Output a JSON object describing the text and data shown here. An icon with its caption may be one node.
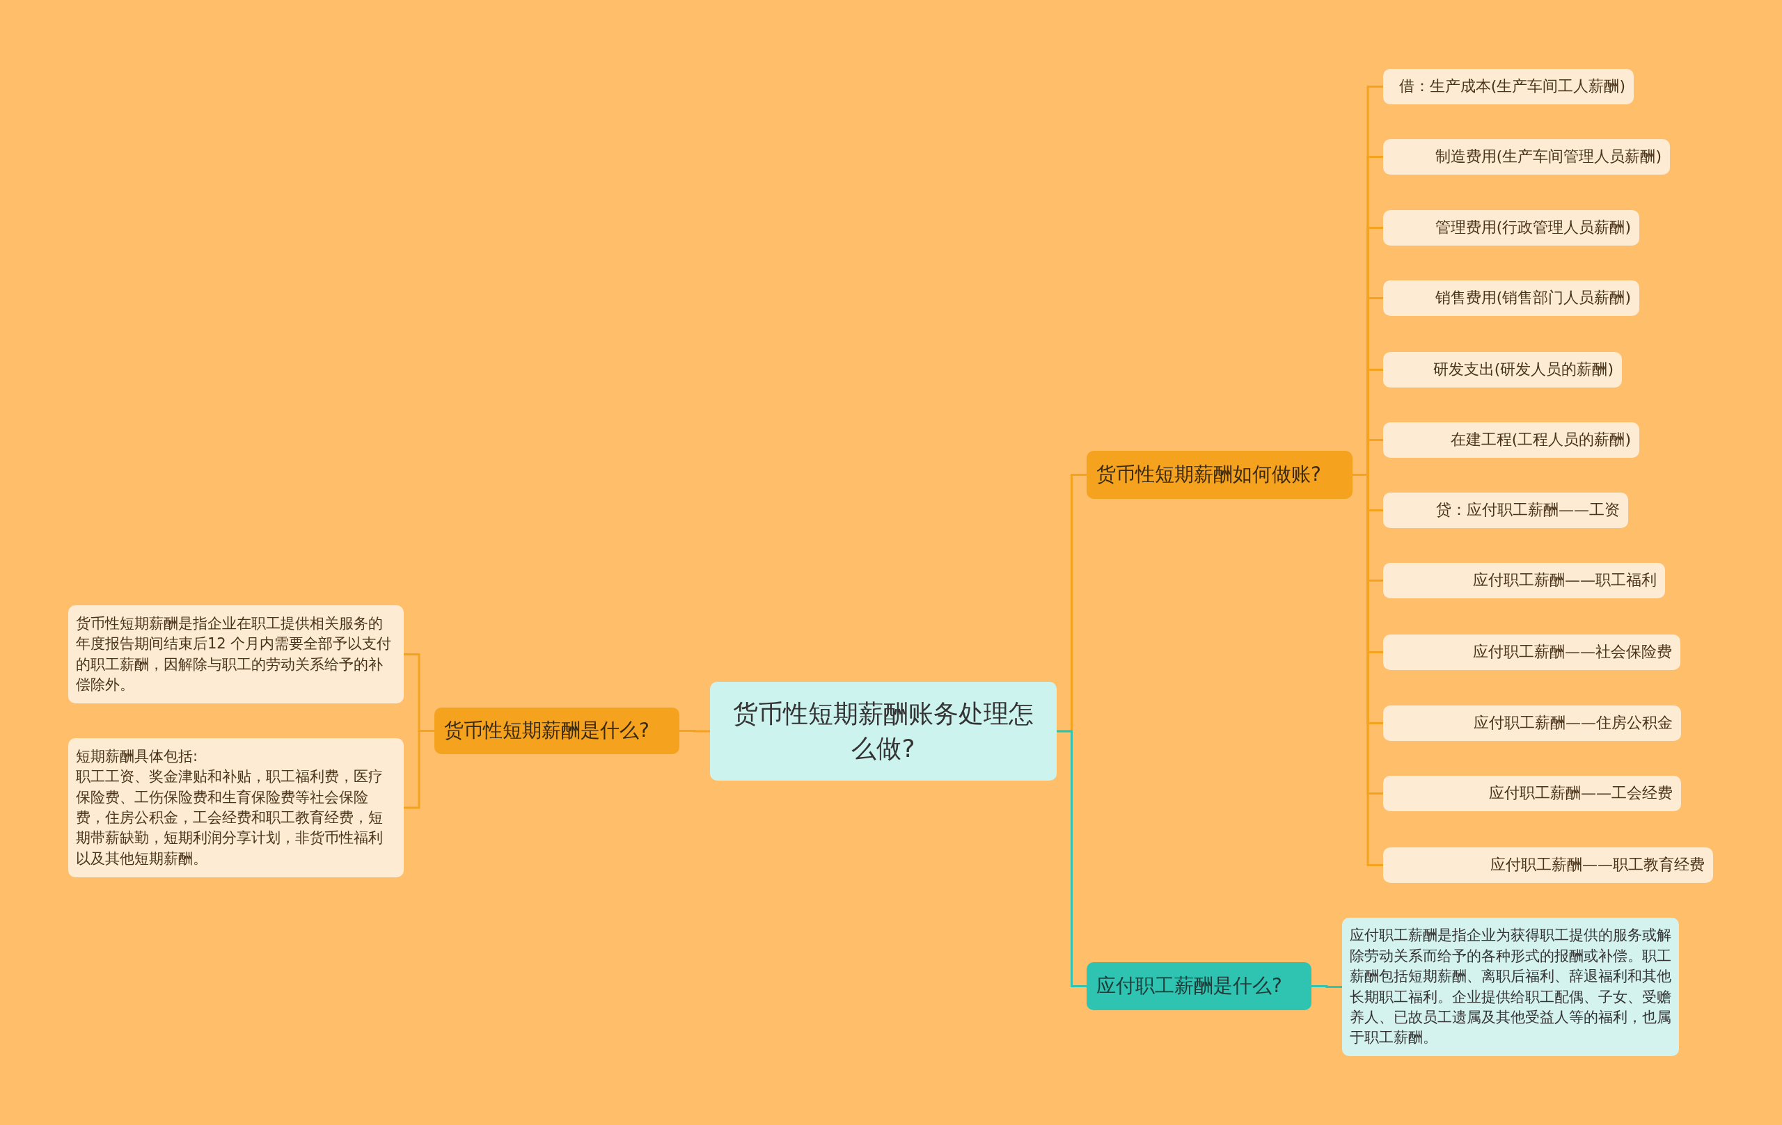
{
  "diagram": {
    "nodes": [
      {
        "text": [
          "货币性短期薪酬账务处理怎么做?"
        ]
      },
      {
        "text": [
          "货币性短期薪酬如何做账?"
        ]
      },
      {
        "text": [
          "借：生产成本(生产车间工人薪酬)"
        ]
      },
      {
        "text": [
          "制造费用(生产车间管理人员薪酬)"
        ]
      },
      {
        "text": [
          "管理费用(行政管理人员薪酬)"
        ]
      },
      {
        "text": [
          "销售费用(销售部门人员薪酬)"
        ]
      },
      {
        "text": [
          "研发支出(研发人员的薪酬)"
        ]
      },
      {
        "text": [
          "在建工程(工程人员的薪酬)"
        ]
      },
      {
        "text": [
          "贷：应付职工薪酬——工资"
        ]
      },
      {
        "text": [
          "应付职工薪酬——职工福利"
        ]
      },
      {
        "text": [
          "应付职工薪酬——社会保险费"
        ]
      },
      {
        "text": [
          "应付职工薪酬——住房公积金"
        ]
      },
      {
        "text": [
          "应付职工薪酬——工会经费"
        ]
      },
      {
        "text": [
          "应付职工薪酬——职工教育经费"
        ]
      },
      {
        "text": [
          "应付职工薪酬是什么?"
        ]
      },
      {
        "text": [
          "应付职工薪酬是指企业为获得职工提供的服务或解除劳动关系而给予的各种形式的报酬或补偿。职工薪酬包括短期薪酬、离职后福利、辞退福利和其他长期职工福利。企业提供给职工配偶、子女、受赡养人、已故员工遗属及其他受益人等的福利，也属于职工薪酬。"
        ]
      },
      {
        "text": [
          "货币性短期薪酬是什么?"
        ]
      },
      {
        "text": [
          "货币性短期薪酬是指企业在职工提供相关服务的年度报告期间结束后12 个月内需要全部予以支付的职工薪酬，因解除与职工的劳动关系给予的补偿除外。"
        ]
      },
      {
        "text": [
          "短期薪酬具体包括:",
          "职工工资、奖金津贴和补贴，职工福利费，医疗保险费、工伤保险费和生育保险费等社会保险费，住房公积金，工会经费和职工教育经费，短期带薪缺勤，短期利润分享计划，非货币性福利以及其他短期薪酬。"
        ]
      }
    ],
    "edges": [
      {
        "from": 0,
        "to": 1,
        "arrow": "none"
      },
      {
        "from": 1,
        "to": 2,
        "arrow": "none"
      },
      {
        "from": 1,
        "to": 3,
        "arrow": "none"
      },
      {
        "from": 1,
        "to": 4,
        "arrow": "none"
      },
      {
        "from": 1,
        "to": 5,
        "arrow": "none"
      },
      {
        "from": 1,
        "to": 6,
        "arrow": "none"
      },
      {
        "from": 1,
        "to": 7,
        "arrow": "none"
      },
      {
        "from": 1,
        "to": 8,
        "arrow": "none"
      },
      {
        "from": 1,
        "to": 9,
        "arrow": "none"
      },
      {
        "from": 1,
        "to": 10,
        "arrow": "none"
      },
      {
        "from": 1,
        "to": 11,
        "arrow": "none"
      },
      {
        "from": 1,
        "to": 12,
        "arrow": "none"
      },
      {
        "from": 1,
        "to": 13,
        "arrow": "none"
      },
      {
        "from": 0,
        "to": 14,
        "arrow": "none",
        "color": "#2ec4b1"
      },
      {
        "from": 14,
        "to": 15,
        "arrow": "none",
        "color": "#2ec4b1"
      },
      {
        "from": 0,
        "to": 16,
        "arrow": "none"
      },
      {
        "from": 16,
        "to": 17,
        "arrow": "none"
      },
      {
        "from": 16,
        "to": 18,
        "arrow": "none"
      }
    ]
  }
}
